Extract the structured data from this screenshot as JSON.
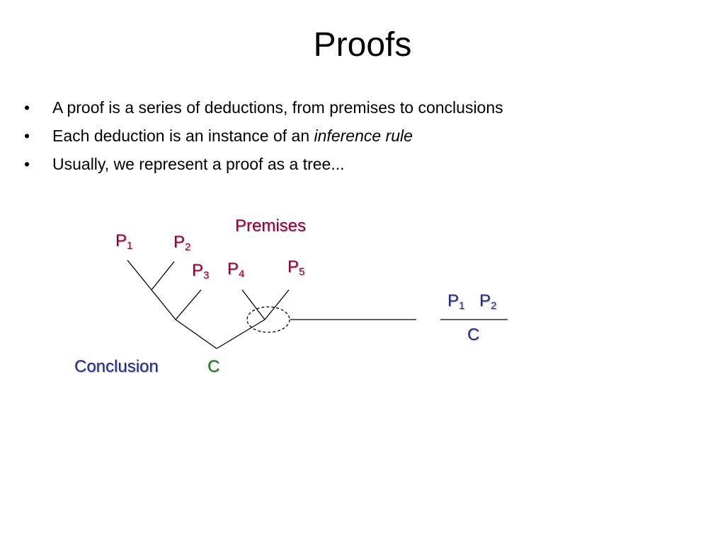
{
  "slide": {
    "title": "Proofs",
    "bullets": [
      {
        "bullet": "•",
        "text": "A proof is a series of deductions, from premises to conclusions",
        "emph": ""
      },
      {
        "bullet": "•",
        "text": "Each deduction is an instance of an ",
        "emph": "inference rule"
      },
      {
        "bullet": "•",
        "text": "Usually, we represent a proof as a tree...",
        "emph": ""
      }
    ]
  },
  "diagram": {
    "premises_label": "Premises",
    "conclusion_label": "Conclusion",
    "conclusion_symbol": "C",
    "nodes": {
      "p1": {
        "main": "P",
        "sub": "1"
      },
      "p2": {
        "main": "P",
        "sub": "2"
      },
      "p3": {
        "main": "P",
        "sub": "3"
      },
      "p4": {
        "main": "P",
        "sub": "4"
      },
      "p5": {
        "main": "P",
        "sub": "5"
      }
    },
    "rule": {
      "premise_a": {
        "main": "P",
        "sub": "1"
      },
      "premise_b": {
        "main": "P",
        "sub": "2"
      },
      "conclusion": "C"
    }
  },
  "colors": {
    "premises": "#99003a",
    "rule": "#1e2a8c",
    "conclusion_label": "#1e2a8c",
    "conclusion_symbol": "#1a7a1a"
  }
}
